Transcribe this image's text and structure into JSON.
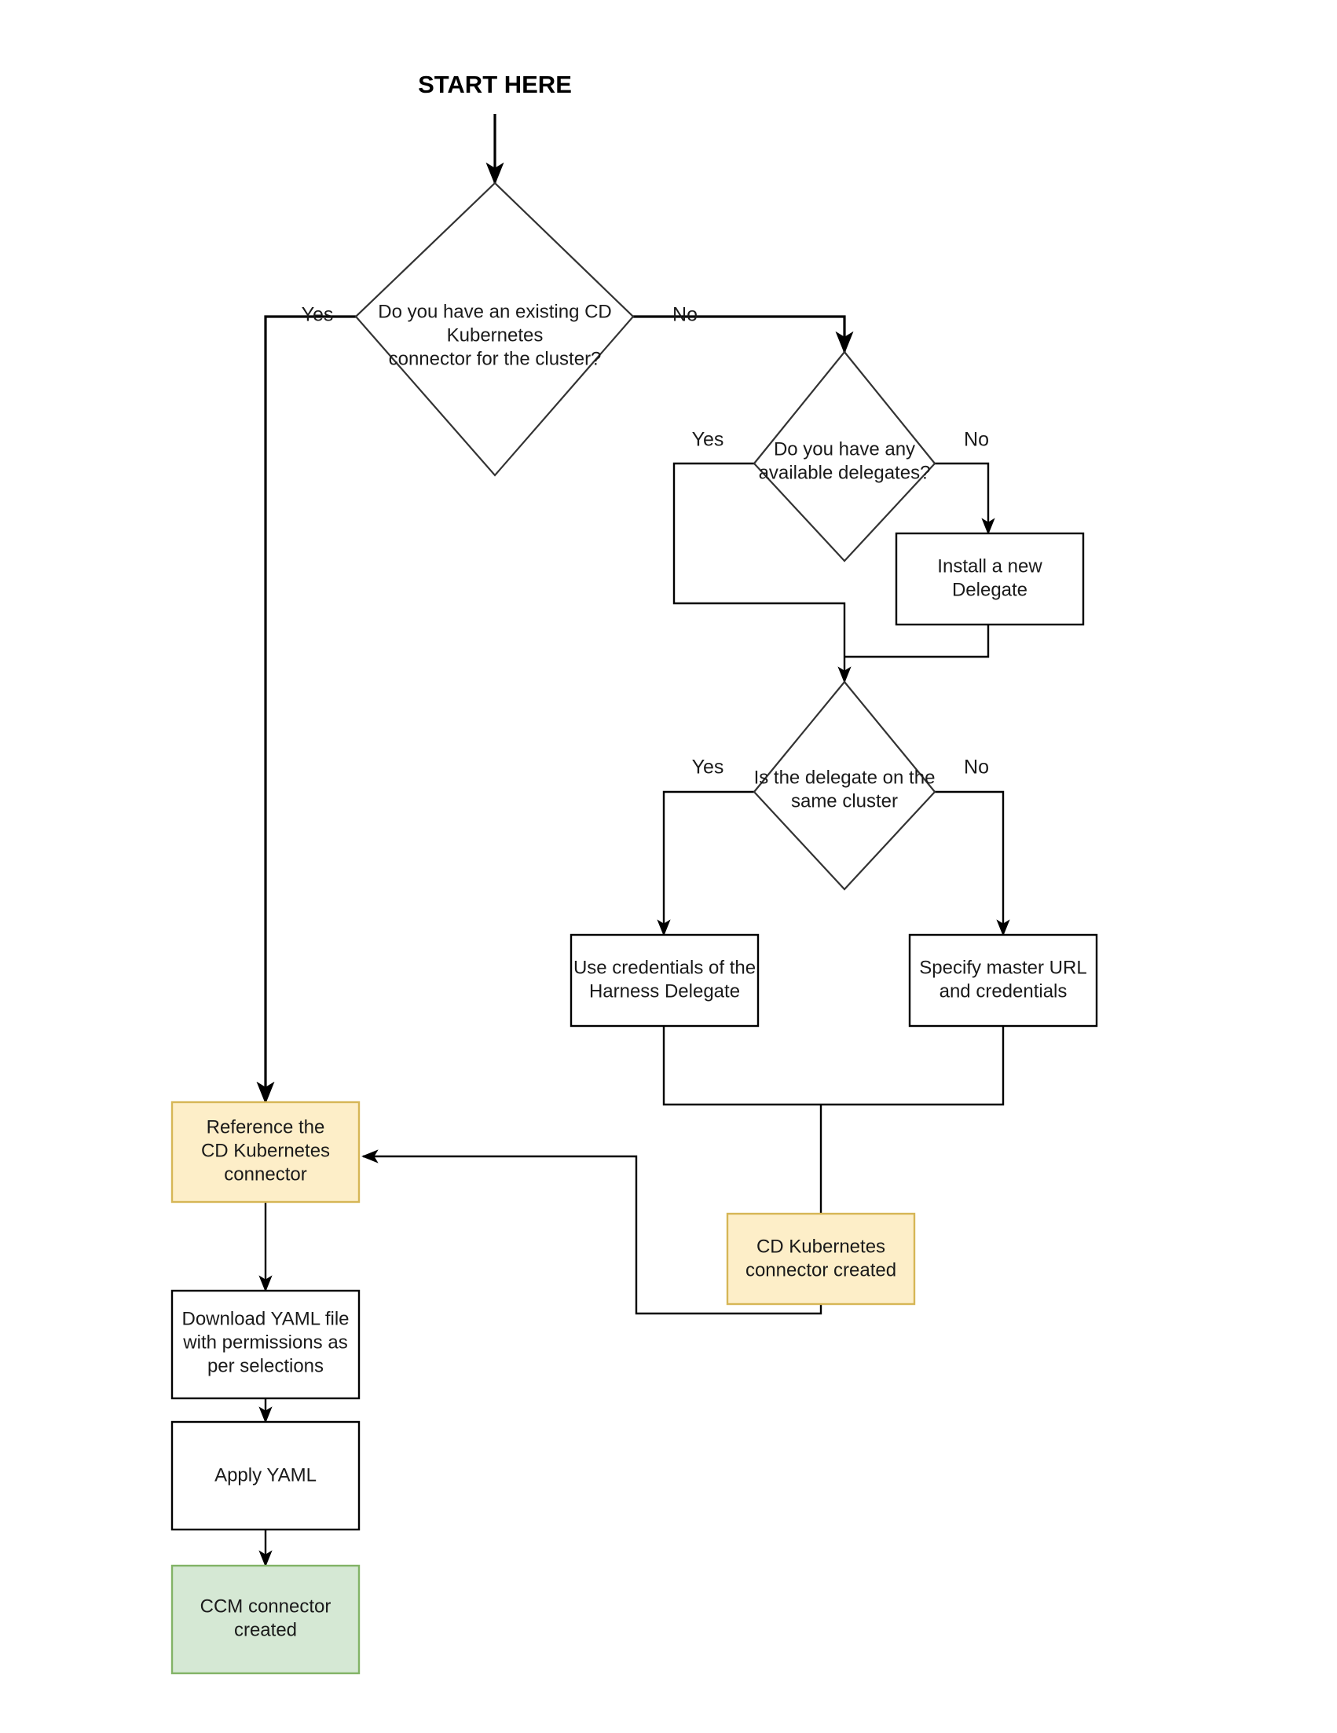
{
  "diagram": {
    "title_label": "START HERE",
    "colors": {
      "orange_fill": "#fdeec8",
      "orange_stroke": "#d6b656",
      "green_fill": "#d5e8d4",
      "green_stroke": "#82b366",
      "box_fill": "#ffffff",
      "box_stroke": "#000000",
      "canvas": "#ffffff"
    },
    "nodes": {
      "decision_existing_connector": {
        "type": "decision",
        "lines": [
          "Do you have an existing CD",
          "Kubernetes",
          "connector for the cluster?"
        ]
      },
      "decision_available_delegates": {
        "type": "decision",
        "lines": [
          "Do you have any",
          "available delegates?"
        ]
      },
      "decision_same_cluster": {
        "type": "decision",
        "lines": [
          "Is the delegate on the",
          "same cluster"
        ]
      },
      "process_install_delegate": {
        "type": "process",
        "lines": [
          "Install a new",
          "Delegate"
        ]
      },
      "process_use_credentials": {
        "type": "process",
        "lines": [
          "Use credentials of the",
          "Harness Delegate"
        ]
      },
      "process_specify_master_url": {
        "type": "process",
        "lines": [
          "Specify master URL",
          "and credentials"
        ]
      },
      "result_cd_connector_created": {
        "type": "result-orange",
        "lines": [
          "CD Kubernetes",
          "connector created"
        ]
      },
      "process_reference_connector": {
        "type": "result-orange",
        "lines": [
          "Reference the",
          "CD Kubernetes",
          "connector"
        ]
      },
      "process_download_yaml": {
        "type": "process",
        "lines": [
          "Download YAML file",
          "with permissions as",
          "per selections"
        ]
      },
      "process_apply_yaml": {
        "type": "process",
        "lines": [
          "Apply YAML"
        ]
      },
      "result_ccm_connector_created": {
        "type": "result-green",
        "lines": [
          "CCM connector",
          "created"
        ]
      }
    },
    "edge_labels": {
      "existing_yes": "Yes",
      "existing_no": "No",
      "delegates_yes": "Yes",
      "delegates_no": "No",
      "same_cluster_yes": "Yes",
      "same_cluster_no": "No"
    }
  }
}
